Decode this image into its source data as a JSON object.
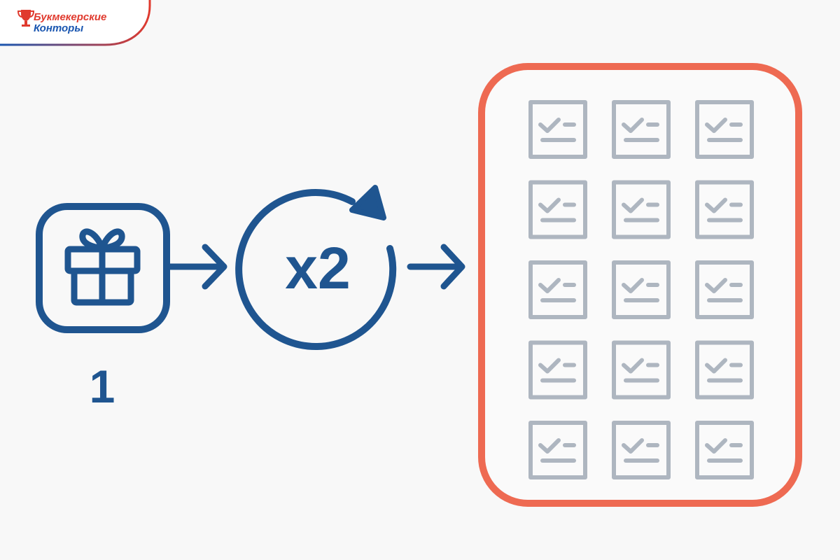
{
  "logo": {
    "line1": "Букмекерские",
    "line2": "Конторы",
    "icon": "trophy-icon"
  },
  "diagram": {
    "gift_icon": "gift-icon",
    "gift_count": "1",
    "multiplier_icon": "rotate-arrow-icon",
    "multiplier_label": "x2",
    "checklist_icon": "checklist-icon",
    "checklist_rows": 5,
    "checklist_cols": 3
  },
  "colors": {
    "background": "#f8f8f8",
    "primary_blue": "#1f5590",
    "accent_red": "#ee6a52",
    "checklist_gray": "#aeb6c0",
    "logo_red": "#e03a2e",
    "logo_blue": "#1a56b0"
  }
}
